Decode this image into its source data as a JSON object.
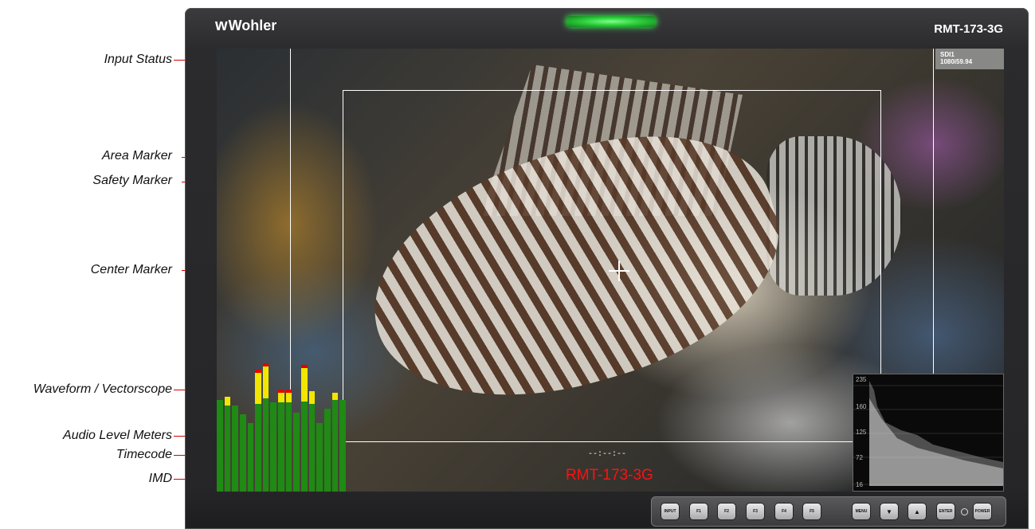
{
  "brand": {
    "logo_text": "Wohler",
    "model": "RMT-173-3G"
  },
  "callouts": [
    "Input Status",
    "Area Marker",
    "Safety Marker",
    "Center Marker",
    "Waveform / Vectorscope",
    "Audio Level Meters",
    "Timecode",
    "IMD"
  ],
  "input_status": {
    "line1": "SDI1",
    "line2": "1080i59.94"
  },
  "timecode": "--:--:--",
  "imd": "RMT-173-3G",
  "waveform": {
    "ticks": [
      "235",
      "160",
      "125",
      "72",
      "16"
    ]
  },
  "audio_meters": {
    "levels": [
      0.64,
      0.66,
      0.6,
      0.54,
      0.48,
      0.83,
      0.87,
      0.62,
      0.69,
      0.69,
      0.55,
      0.86,
      0.7,
      0.48,
      0.58,
      0.69,
      0.64
    ],
    "yellow_top": [
      0,
      0.06,
      0,
      0,
      0,
      0.22,
      0.22,
      0,
      0.07,
      0.07,
      0,
      0.23,
      0.09,
      0,
      0,
      0.05,
      0
    ],
    "peak": [
      false,
      false,
      false,
      false,
      false,
      true,
      true,
      false,
      true,
      true,
      false,
      true,
      false,
      false,
      false,
      false,
      false
    ],
    "colors": {
      "normal": "#1f8a14",
      "high": "#f2e600",
      "peak": "#e30000"
    }
  },
  "controls": {
    "buttons": [
      "INPUT",
      "F1",
      "F2",
      "F3",
      "F4",
      "F5",
      "MENU",
      "▼",
      "▲",
      "ENTER",
      "POWER"
    ]
  },
  "colors": {
    "leader": "#d40000",
    "tally": "#2dcf3c"
  }
}
